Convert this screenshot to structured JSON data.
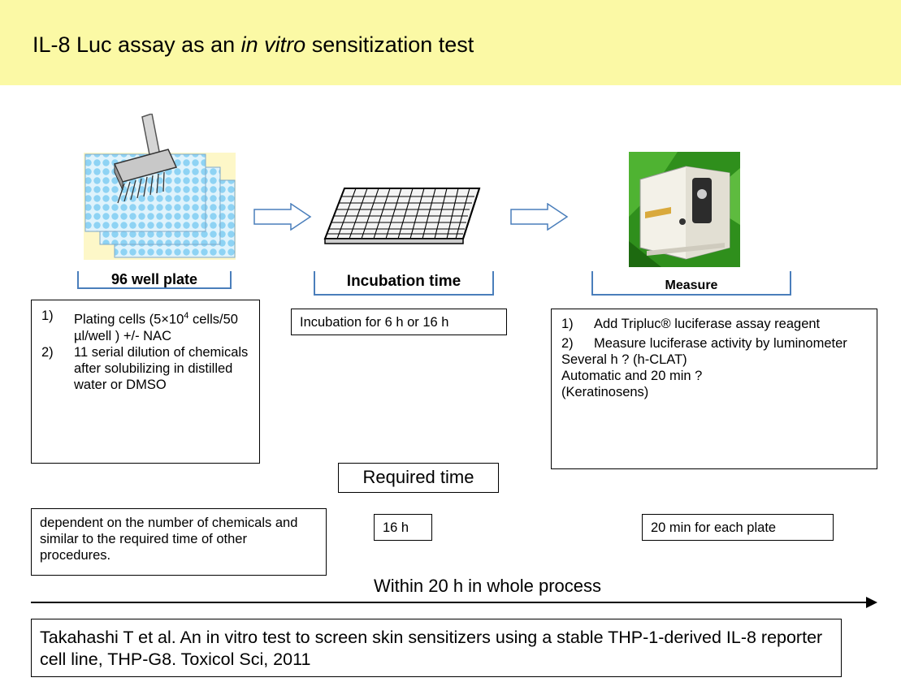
{
  "title": {
    "pre": "IL-8 Luc assay as an ",
    "italic": "in vitro",
    "post": " sensitization test"
  },
  "steps": {
    "plate": {
      "label": "96 well plate",
      "items": [
        {
          "num": "1)",
          "pre": "Plating cells (5×10",
          "sup": "4",
          "post": " cells/50 µl/well ) +/- NAC"
        },
        {
          "num": "2)",
          "pre": "11 serial dilution of chemicals after solubilizing in distilled water or DMSO",
          "sup": "",
          "post": ""
        }
      ],
      "time": "dependent on the number of chemicals and similar to the required time of other procedures."
    },
    "incubation": {
      "label": "Incubation time",
      "detail": "Incubation for 6 h or 16 h",
      "time": "16 h"
    },
    "measure": {
      "label": "Measure",
      "items": [
        {
          "num": "1)",
          "text": "Add Tripluc® luciferase assay reagent"
        },
        {
          "num": "2)",
          "text": "Measure luciferase activity by luminometer"
        }
      ],
      "notes": [
        "Several h ? (h-CLAT)",
        "Automatic and 20 min ? (Keratinosens)"
      ],
      "time": "20 min for each plate"
    }
  },
  "required_time_label": "Required time",
  "whole_process": "Within 20 h in whole process",
  "citation": "Takahashi T et al. An in vitro test to screen skin sensitizers using a stable THP-1-derived IL-8 reporter cell line, THP-G8. Toxicol Sci, 2011",
  "colors": {
    "title_bg": "#fbf9a5",
    "bracket": "#4a7ebb",
    "arrow": "#4a7ebb",
    "plate_bg": "#fdf7c8",
    "plate_well": "#8ed3f4",
    "device_bg": "#2f8f1c"
  },
  "icons": [
    "multichannel-pipette-icon",
    "well-plate-stack-icon",
    "incubation-tray-icon",
    "luminometer-icon"
  ]
}
